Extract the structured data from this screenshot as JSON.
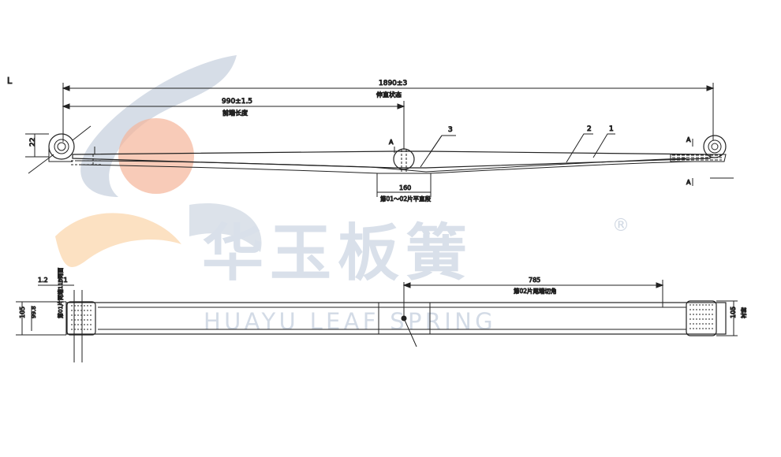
{
  "watermark": {
    "chinese": "华玉板簧",
    "english": "HUAYU LEAF SPRING",
    "registered": "®",
    "colors": {
      "red": "#f6b9a0",
      "orange": "#fbd7ae",
      "blue": "#c6cfdd",
      "text": "#d9e0ea"
    }
  },
  "elevation_view": {
    "total_length": "1890±3",
    "total_length_note": "伸直状态",
    "front_length": "990±1.5",
    "front_length_note": "前端长度",
    "eye_height": "22",
    "center_width": "160",
    "center_note": "第01～02片平直段",
    "section_mark": "A",
    "part_labels": [
      "3",
      "2",
      "1"
    ]
  },
  "plan_view": {
    "left_width_label": "105",
    "left_subwidth_label": "99.8",
    "left_note": "第01片两端110两面",
    "left_tick_a": "1.2",
    "left_tick_b": "1.1",
    "length_2nd_leaf": "785",
    "length_2nd_leaf_note": "第02片尾端切角",
    "right_width_label": "105",
    "right_note": "衬套"
  },
  "corner_mark": "L"
}
